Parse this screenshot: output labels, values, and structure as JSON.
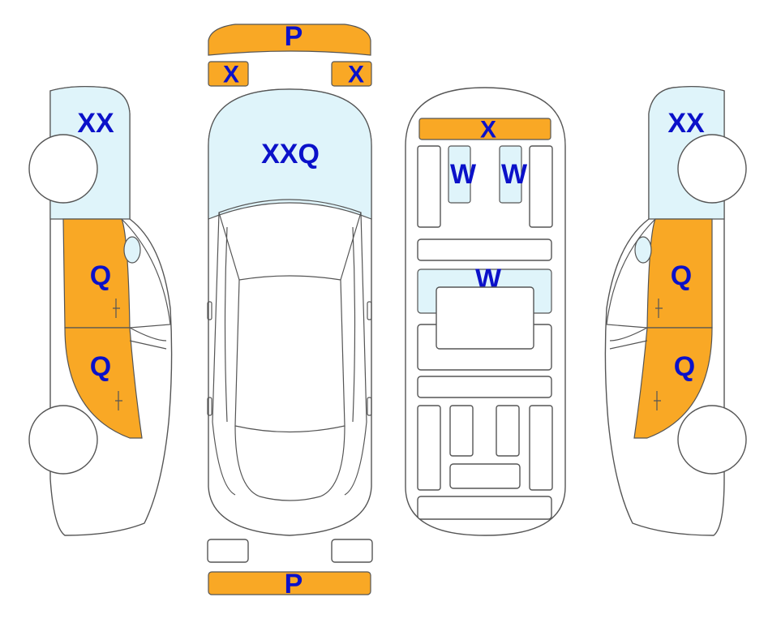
{
  "colors": {
    "damage_fill": "#f9a825",
    "glass_fill": "#dff4fa",
    "label_text": "#0b11c9",
    "outline": "#555555"
  },
  "labels": {
    "front_bumper": "P",
    "rear_bumper": "P",
    "left_headlight": "X",
    "right_headlight": "X",
    "windshield": "XXQ",
    "roof_front_bar": "X",
    "roof_front_left": "W",
    "roof_front_right": "W",
    "roof_middle": "W",
    "left_window": "XX",
    "left_front_door": "Q",
    "left_rear_door": "Q",
    "right_window": "XX",
    "right_front_door": "Q",
    "right_rear_door": "Q"
  }
}
